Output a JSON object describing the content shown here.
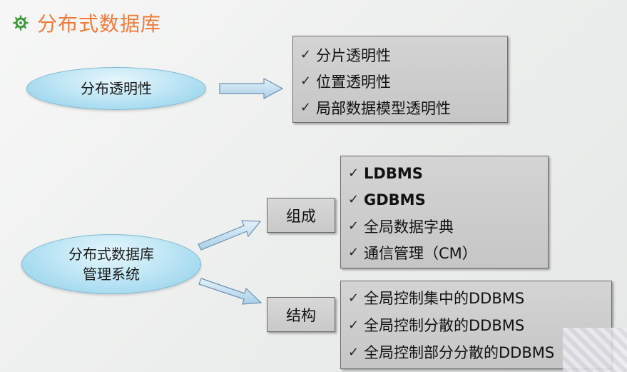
{
  "title": "分布式数据库",
  "section1": {
    "ellipse_label": "分布透明性",
    "items": [
      "分片透明性",
      "位置透明性",
      "局部数据模型透明性"
    ]
  },
  "section2": {
    "ellipse_line1": "分布式数据库",
    "ellipse_line2": "管理系统",
    "composition_label": "组成",
    "composition_items": [
      "LDBMS",
      "GDBMS",
      "全局数据字典",
      "通信管理（CM）"
    ],
    "structure_label": "结构",
    "structure_items": [
      "全局控制集中的DDBMS",
      "全局控制分散的DDBMS",
      "全局控制部分分散的DDBMS"
    ]
  },
  "check_glyph": "✓",
  "colors": {
    "title": "#f07a3a",
    "ellipse_fill": "#bfe6f5",
    "box_fill": "#cccccc",
    "arrow_fill": "#bcd9ee",
    "icon": "#3a9a3a"
  },
  "icons": [
    "gear-bullet-icon",
    "arrow-right-icon",
    "check-icon"
  ]
}
